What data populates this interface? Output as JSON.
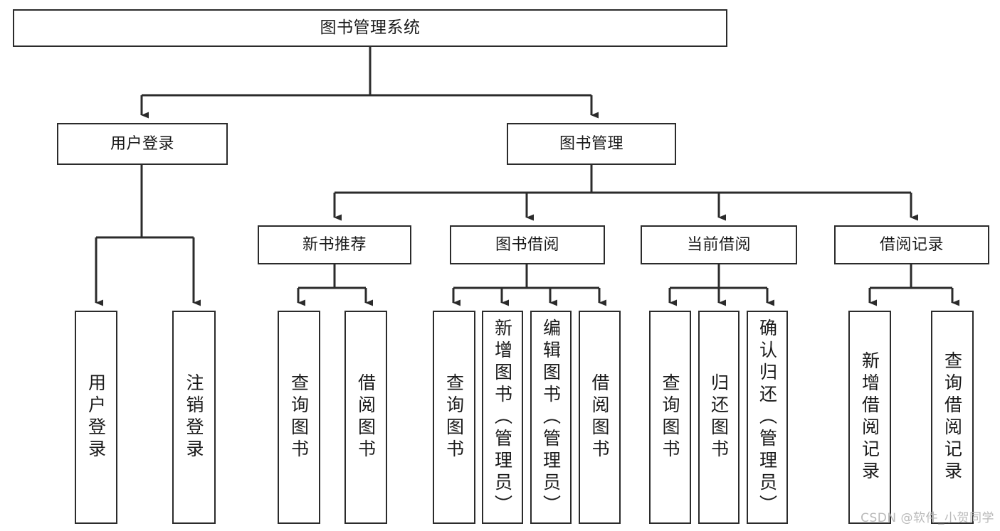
{
  "diagram": {
    "title": "图书管理系统",
    "type": "tree",
    "orientation": "top-down",
    "line_color": "#2b2b2b",
    "box_fill": "#ffffff",
    "text_color": "#1a1a1a"
  },
  "nodes": {
    "root": {
      "label": "图书管理系统",
      "level": 0
    },
    "tier1": [
      {
        "id": "user-login",
        "label": "用户登录",
        "level": 1
      },
      {
        "id": "book-manage",
        "label": "图书管理",
        "level": 1
      }
    ],
    "tier2": [
      {
        "id": "new-book-recommend",
        "label": "新书推荐",
        "level": 2,
        "parent": "book-manage"
      },
      {
        "id": "book-borrow",
        "label": "图书借阅",
        "level": 2,
        "parent": "book-manage"
      },
      {
        "id": "current-borrow",
        "label": "当前借阅",
        "level": 2,
        "parent": "book-manage"
      },
      {
        "id": "borrow-record",
        "label": "借阅记录",
        "level": 2,
        "parent": "book-manage"
      }
    ],
    "leaves": [
      {
        "id": "leaf-user-login",
        "label": "用户登录",
        "parent": "user-login"
      },
      {
        "id": "leaf-user-logout",
        "label": "注销登录",
        "parent": "user-login"
      },
      {
        "id": "leaf-query-book-1",
        "label": "查询图书",
        "parent": "new-book-recommend"
      },
      {
        "id": "leaf-borrow-book-1",
        "label": "借阅图书",
        "parent": "new-book-recommend"
      },
      {
        "id": "leaf-query-book-2",
        "label": "查询图书",
        "parent": "book-borrow"
      },
      {
        "id": "leaf-add-book",
        "label": "新增图书（管理员）",
        "parent": "book-borrow"
      },
      {
        "id": "leaf-edit-book",
        "label": "编辑图书（管理员）",
        "parent": "book-borrow"
      },
      {
        "id": "leaf-borrow-book-2",
        "label": "借阅图书",
        "parent": "book-borrow"
      },
      {
        "id": "leaf-query-book-3",
        "label": "查询图书",
        "parent": "current-borrow"
      },
      {
        "id": "leaf-return-book",
        "label": "归还图书",
        "parent": "current-borrow"
      },
      {
        "id": "leaf-confirm-return",
        "label": "确认归还（管理员）",
        "parent": "current-borrow"
      },
      {
        "id": "leaf-add-record",
        "label": "新增借阅记录",
        "parent": "borrow-record"
      },
      {
        "id": "leaf-query-record",
        "label": "查询借阅记录",
        "parent": "borrow-record"
      }
    ]
  },
  "watermark": {
    "text": "CSDN @软件_小贺同学"
  }
}
